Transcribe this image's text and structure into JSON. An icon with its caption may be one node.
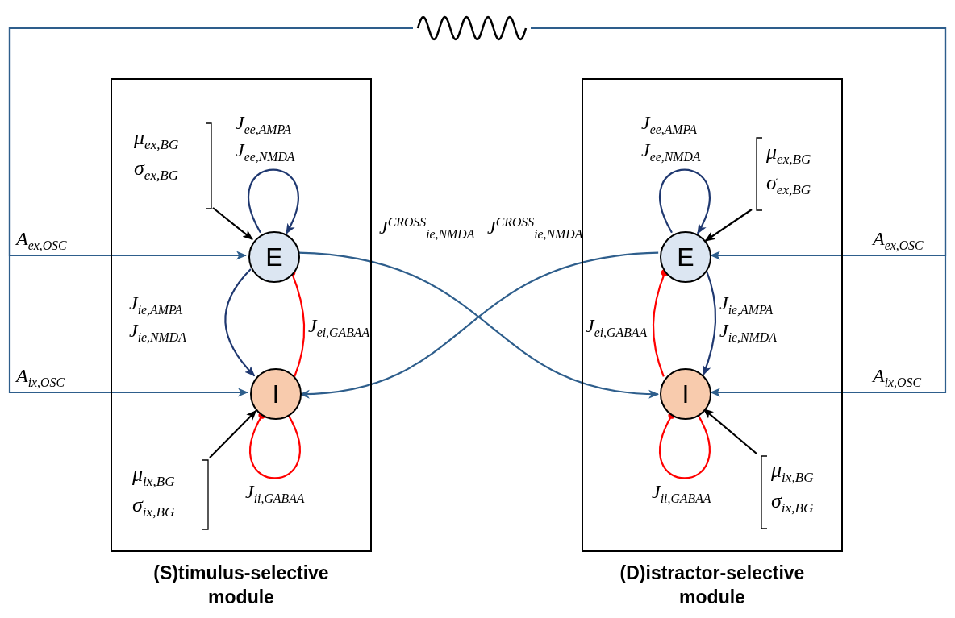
{
  "diagram": {
    "nodes": [
      {
        "text": [
          "(S)timulus-selective module"
        ]
      },
      {
        "text": [
          "E"
        ],
        "in": 0
      },
      {
        "text": [
          "I"
        ],
        "in": 0
      },
      {
        "text": [
          "(D)istractor-selective module"
        ]
      },
      {
        "text": [
          "E"
        ],
        "in": 3
      },
      {
        "text": [
          "I"
        ],
        "in": 3
      },
      {
        "text": [
          "μ$_{ex,BG}$",
          "σ$_{ex,BG}$"
        ],
        "in": 0
      },
      {
        "text": [
          "μ$_{ix,BG}$",
          "σ$_{ix,BG}$"
        ],
        "in": 0
      },
      {
        "text": [
          "μ$_{ex,BG}$",
          "σ$_{ex,BG}$"
        ],
        "in": 3
      },
      {
        "text": [
          "μ$_{ix,BG}$",
          "σ$_{ix,BG}$"
        ],
        "in": 3
      },
      {
        "text": [],
        "shape": "picture"
      }
    ],
    "edges": [
      {
        "from": 10,
        "to": 1,
        "arrow": "to",
        "label": "A$_{ex,OSC}$"
      },
      {
        "from": 10,
        "to": 2,
        "arrow": "to",
        "label": "A$_{ix,OSC}$"
      },
      {
        "from": 10,
        "to": 4,
        "arrow": "to",
        "label": "A$_{ex,OSC}$"
      },
      {
        "from": 10,
        "to": 5,
        "arrow": "to",
        "label": "A$_{ix,OSC}$"
      },
      {
        "from": 1,
        "to": 1,
        "arrow": "to",
        "color": "#1f3870",
        "label": "J$_{ee,AMPA}$ J$_{ee,NMDA}$"
      },
      {
        "from": 1,
        "to": 2,
        "arrow": "to",
        "color": "#1f3870",
        "label": "J$_{ie,AMPA}$ J$_{ie,NMDA}$"
      },
      {
        "from": 2,
        "to": 1,
        "arrow": "other",
        "color": "#ff0000",
        "label": "J$_{ei,GABAA}$"
      },
      {
        "from": 2,
        "to": 2,
        "arrow": "other",
        "color": "#ff0000",
        "label": "J$_{ii,GABAA}$"
      },
      {
        "from": 4,
        "to": 4,
        "arrow": "to",
        "color": "#1f3870",
        "label": "J$_{ee,AMPA}$ J$_{ee,NMDA}$"
      },
      {
        "from": 4,
        "to": 5,
        "arrow": "to",
        "color": "#1f3870",
        "label": "J$_{ie,AMPA}$ J$_{ie,NMDA}$"
      },
      {
        "from": 5,
        "to": 4,
        "arrow": "other",
        "color": "#ff0000",
        "label": "J$_{ei,GABAA}$"
      },
      {
        "from": 5,
        "to": 5,
        "arrow": "other",
        "color": "#ff0000",
        "label": "J$_{ii,GABAA}$"
      },
      {
        "from": 1,
        "to": 5,
        "arrow": "to",
        "label": "J$^{CROSS}$$_{ie,NMDA}$"
      },
      {
        "from": 4,
        "to": 2,
        "arrow": "to",
        "label": "J$^{CROSS}$$_{ie,NMDA}$"
      },
      {
        "from": 6,
        "to": 1,
        "arrow": "to",
        "color": "#000000"
      },
      {
        "from": 7,
        "to": 2,
        "arrow": "to",
        "color": "#000000"
      },
      {
        "from": 8,
        "to": 4,
        "arrow": "to",
        "color": "#000000"
      },
      {
        "from": 9,
        "to": 5,
        "arrow": "to",
        "color": "#000000"
      }
    ]
  }
}
